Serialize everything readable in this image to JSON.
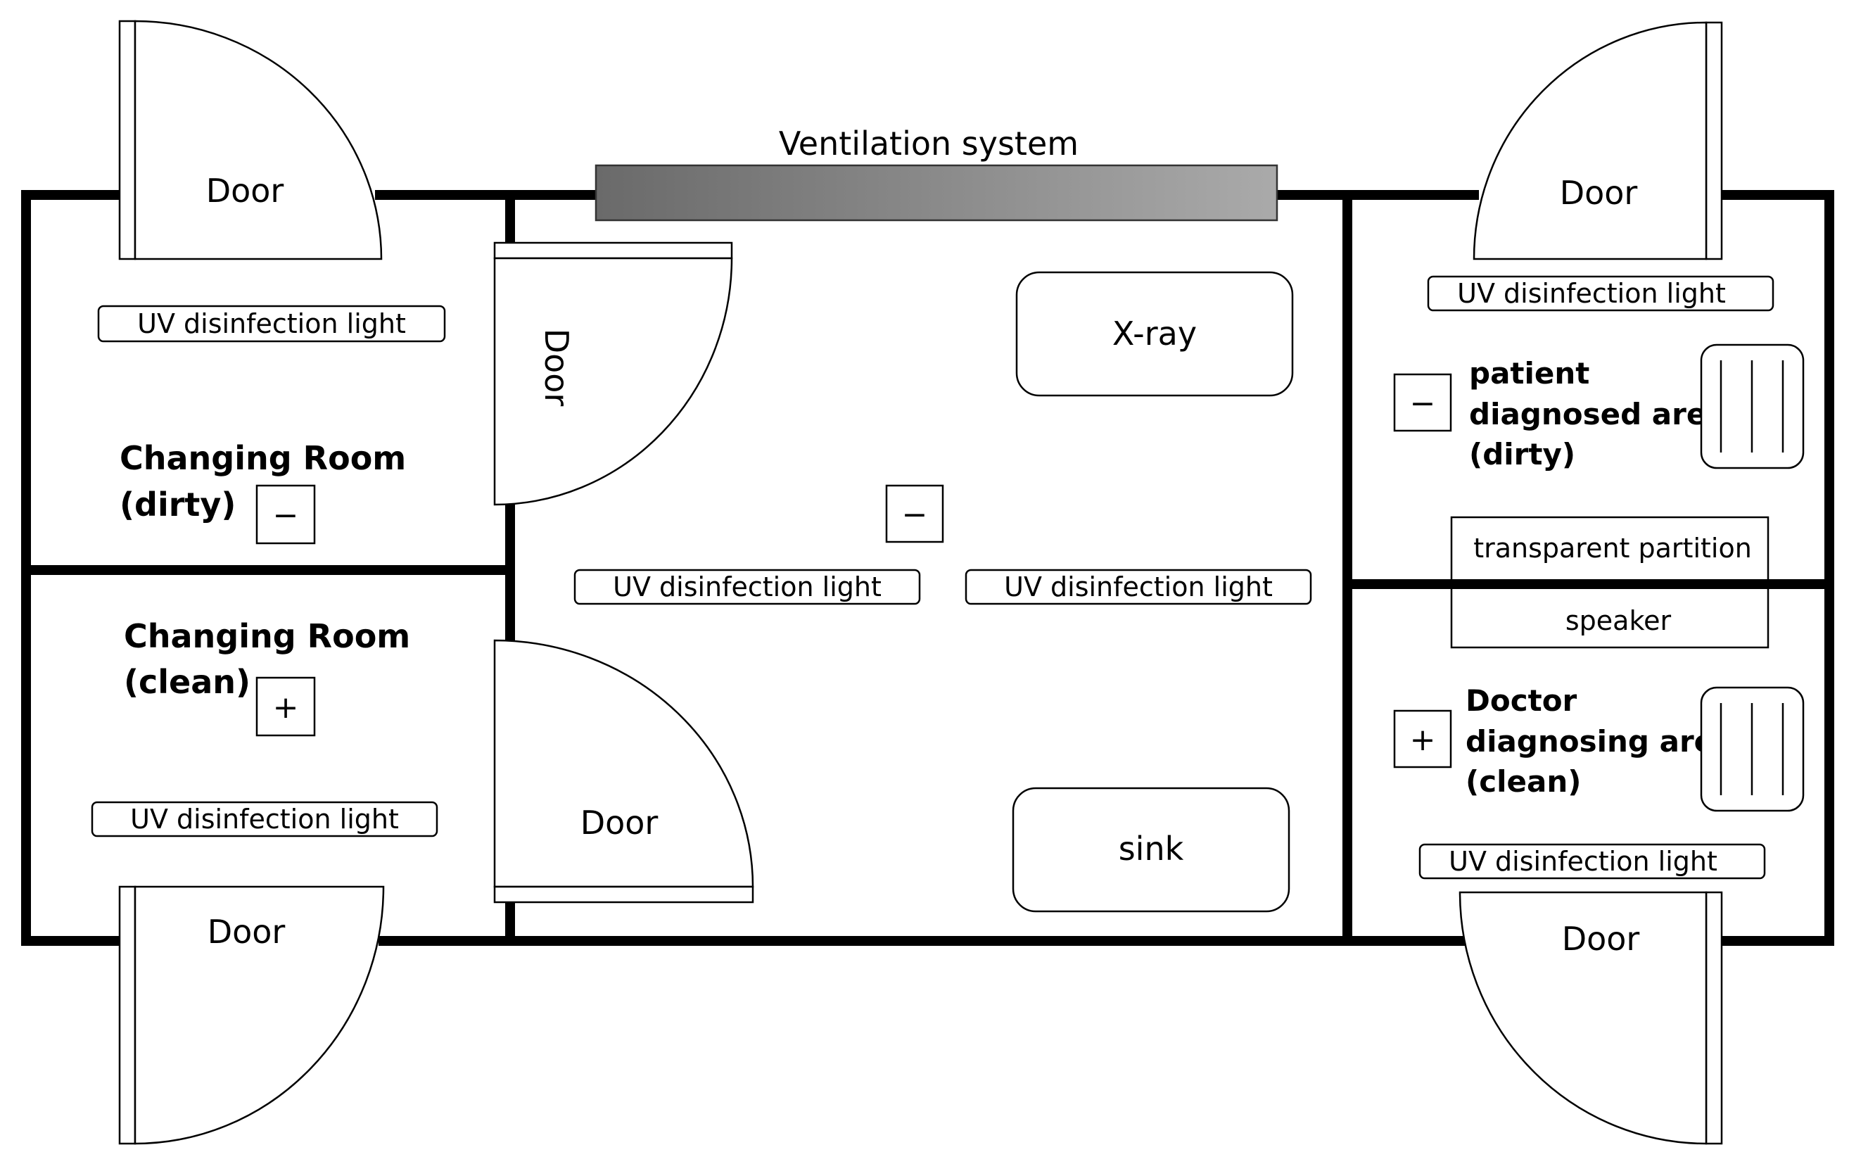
{
  "labels": {
    "ventilation": "Ventilation system",
    "door": "Door",
    "uv_light": "UV disinfection light",
    "xray": "X-ray",
    "sink": "sink",
    "transparent_partition": "transparent partition",
    "speaker": "speaker"
  },
  "rooms": {
    "changing_dirty": [
      "Changing Room",
      "(dirty)"
    ],
    "changing_clean": [
      "Changing Room",
      "(clean)"
    ],
    "patient_area": [
      "patient",
      "diagnosed area",
      "(dirty)"
    ],
    "doctor_area": [
      "Doctor",
      "diagnosing area",
      "(clean)"
    ]
  },
  "pressure": {
    "changing_dirty": "−",
    "changing_clean": "+",
    "central": "−",
    "patient_area": "−",
    "doctor_area": "+"
  },
  "colors": {
    "wall": "#000000",
    "vent_dark": "#6a6a6a",
    "vent_light": "#aaaaaa"
  }
}
